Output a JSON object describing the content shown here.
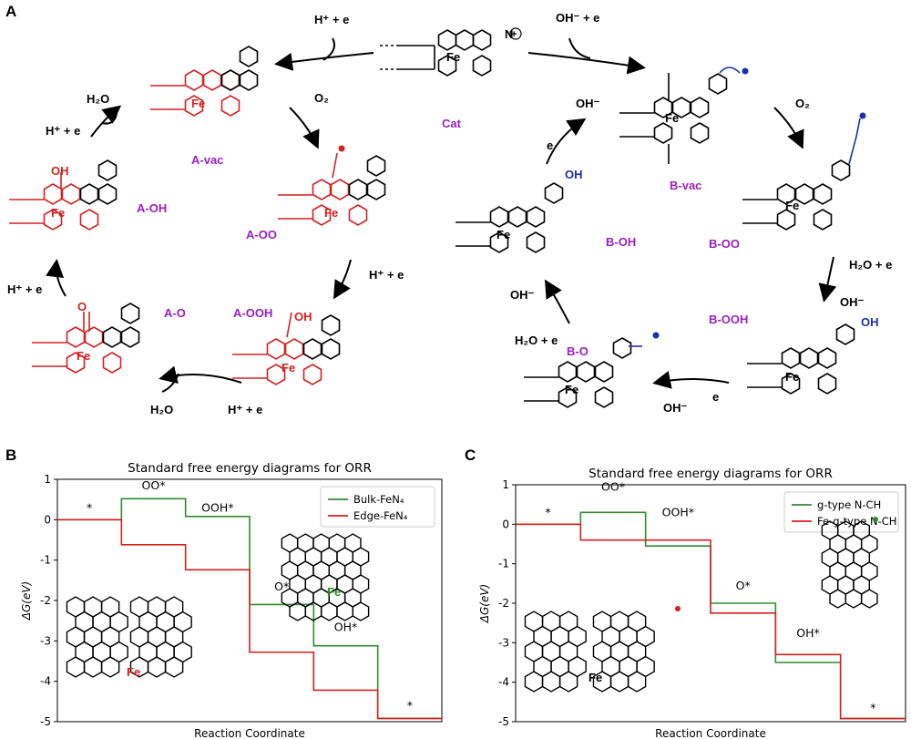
{
  "panels": {
    "A": "A",
    "B": "B",
    "C": "C"
  },
  "scheme": {
    "cat_label": "Cat",
    "path_a": [
      "A-vac",
      "A-OO",
      "A-OOH",
      "A-O",
      "A-OH"
    ],
    "path_b": [
      "B-vac",
      "B-OO",
      "B-OOH",
      "B-O",
      "B-OH"
    ],
    "reagents": {
      "h_e": "H⁺ + e",
      "oh_e": "OH⁻ + e",
      "o2": "O₂",
      "h2o": "H₂O",
      "h2o_e": "H₂O + e",
      "oh_minus": "OH⁻",
      "e": "e"
    },
    "atoms": {
      "fe": "Fe",
      "n": "N",
      "o": "O",
      "oh": "OH"
    },
    "colors": {
      "path_a": "#d42020",
      "path_b": "#1a2fb0",
      "label": "#9b1fc1"
    }
  },
  "chart_data": [
    {
      "type": "line",
      "panel": "B",
      "title": "Standard free energy diagrams for ORR",
      "xlabel": "Reaction Coordinate",
      "ylabel": "ΔG(eV)",
      "ylim": [
        -5,
        1
      ],
      "yticks": [
        1,
        0,
        -1,
        -2,
        -3,
        -4,
        -5
      ],
      "steps": [
        "*",
        "OO*",
        "OOH*",
        "O*",
        "OH*",
        "*"
      ],
      "series": [
        {
          "name": "Bulk-FeN₄",
          "color": "#2e8b2e",
          "values": [
            0,
            0.52,
            0.08,
            -2.1,
            -3.12,
            -4.92
          ]
        },
        {
          "name": "Edge-FeN₄",
          "color": "#d42020",
          "values": [
            0,
            -0.62,
            -1.24,
            -3.28,
            -4.22,
            -4.92
          ]
        }
      ],
      "annotations": [
        {
          "text": "*",
          "x": 0.5,
          "y": 0.2
        },
        {
          "text": "OO*",
          "x": 1.5,
          "y": 0.75
        },
        {
          "text": "OOH*",
          "x": 2.5,
          "y": 0.2
        },
        {
          "text": "O*",
          "x": 3.5,
          "y": -1.75
        },
        {
          "text": "OH*",
          "x": 4.5,
          "y": -2.75
        },
        {
          "text": "*",
          "x": 5.5,
          "y": -4.7
        }
      ],
      "legend": "top-right"
    },
    {
      "type": "line",
      "panel": "C",
      "title": "Standard free energy diagrams for ORR",
      "xlabel": "Reaction Coordinate",
      "ylabel": "ΔG(eV)",
      "ylim": [
        -5,
        1
      ],
      "yticks": [
        1,
        0,
        -1,
        -2,
        -3,
        -4,
        -5
      ],
      "steps": [
        "*",
        "OO*",
        "OOH*",
        "O*",
        "OH*",
        "*"
      ],
      "series": [
        {
          "name": "g-type N-CH",
          "color": "#2e8b2e",
          "values": [
            0,
            0.3,
            -0.55,
            -2.0,
            -3.5,
            -4.92
          ]
        },
        {
          "name": "Fe-g-type N-CH",
          "color": "#d42020",
          "values": [
            0,
            -0.4,
            -0.4,
            -2.25,
            -3.3,
            -4.92
          ]
        }
      ],
      "annotations": [
        {
          "text": "*",
          "x": 0.5,
          "y": 0.2
        },
        {
          "text": "OO*",
          "x": 1.5,
          "y": 0.85
        },
        {
          "text": "OOH*",
          "x": 2.5,
          "y": 0.2
        },
        {
          "text": "O*",
          "x": 3.5,
          "y": -1.65
        },
        {
          "text": "OH*",
          "x": 4.5,
          "y": -2.85
        },
        {
          "text": "*",
          "x": 5.5,
          "y": -4.75
        }
      ],
      "legend": "top-right"
    }
  ]
}
